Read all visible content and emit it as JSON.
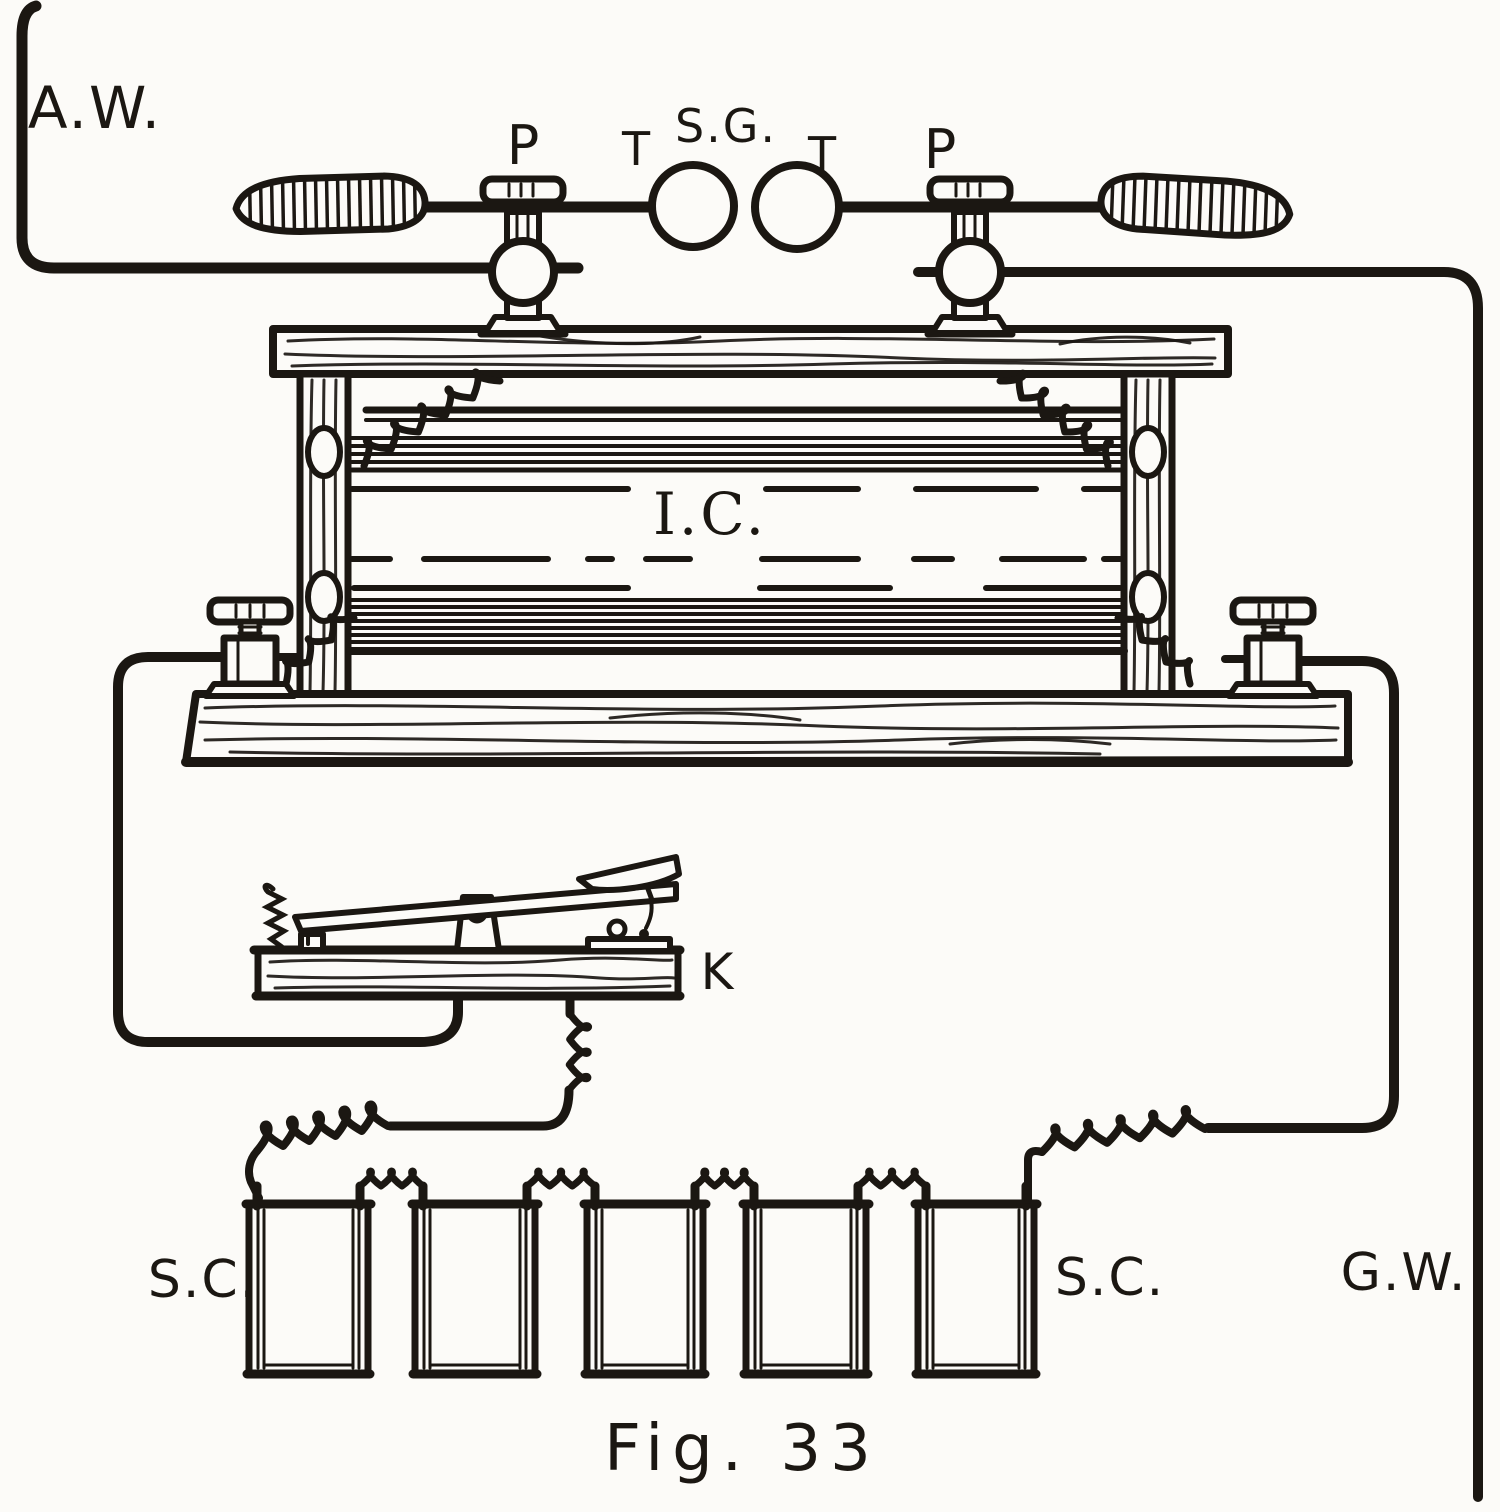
{
  "figure": {
    "caption": "Fig. 33"
  },
  "colors": {
    "ink": "#1b1712",
    "paper": "#fcfbf8"
  },
  "labels": {
    "aerial_wire": "A.W.",
    "pillar_left": "P",
    "terminal_left": "T",
    "spark_gap": "S.G.",
    "terminal_right": "T",
    "pillar_right": "P",
    "induction_coil": "I.C.",
    "key": "K",
    "battery_left": "S.C.",
    "battery_right": "S.C.",
    "ground_wire": "G.W."
  },
  "battery": {
    "cell_count": 5
  }
}
